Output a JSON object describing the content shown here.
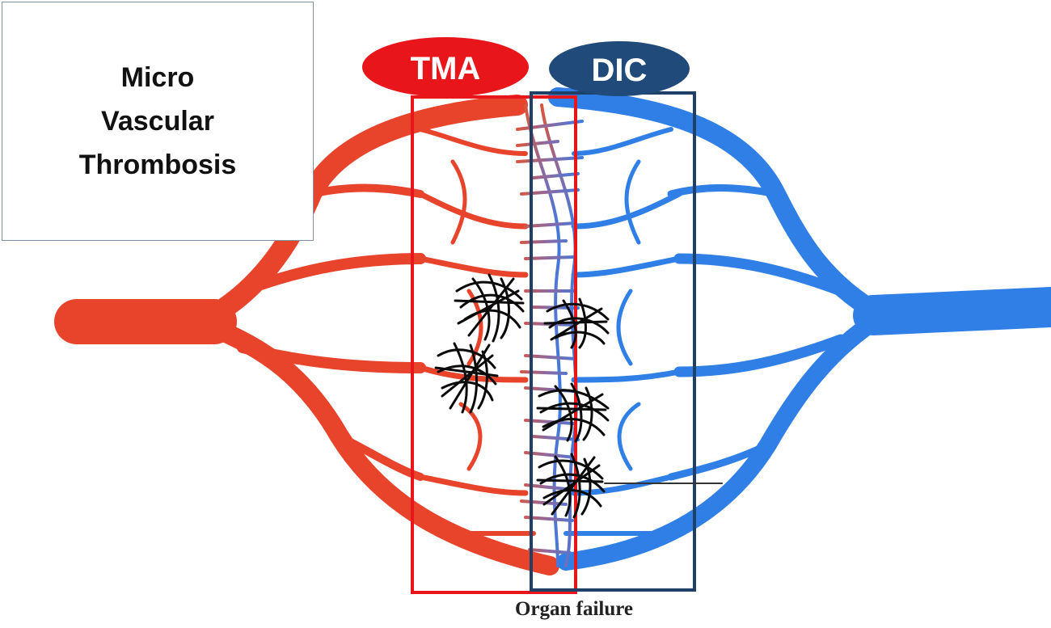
{
  "title_box": {
    "lines": [
      "Micro",
      "Vascular",
      "Thrombosis"
    ]
  },
  "labels": {
    "tma": "TMA",
    "dic": "DIC",
    "bottom": "Organ failure"
  },
  "colors": {
    "arterial": "#e8442c",
    "venous": "#2f7fe6",
    "capillary": "#7a6aa8",
    "tma_accent": "#e8161b",
    "dic_accent": "#1f3f66",
    "thrombus": "#0a0a0a"
  },
  "icons": {
    "thrombus": "thrombus-clot-icon"
  }
}
